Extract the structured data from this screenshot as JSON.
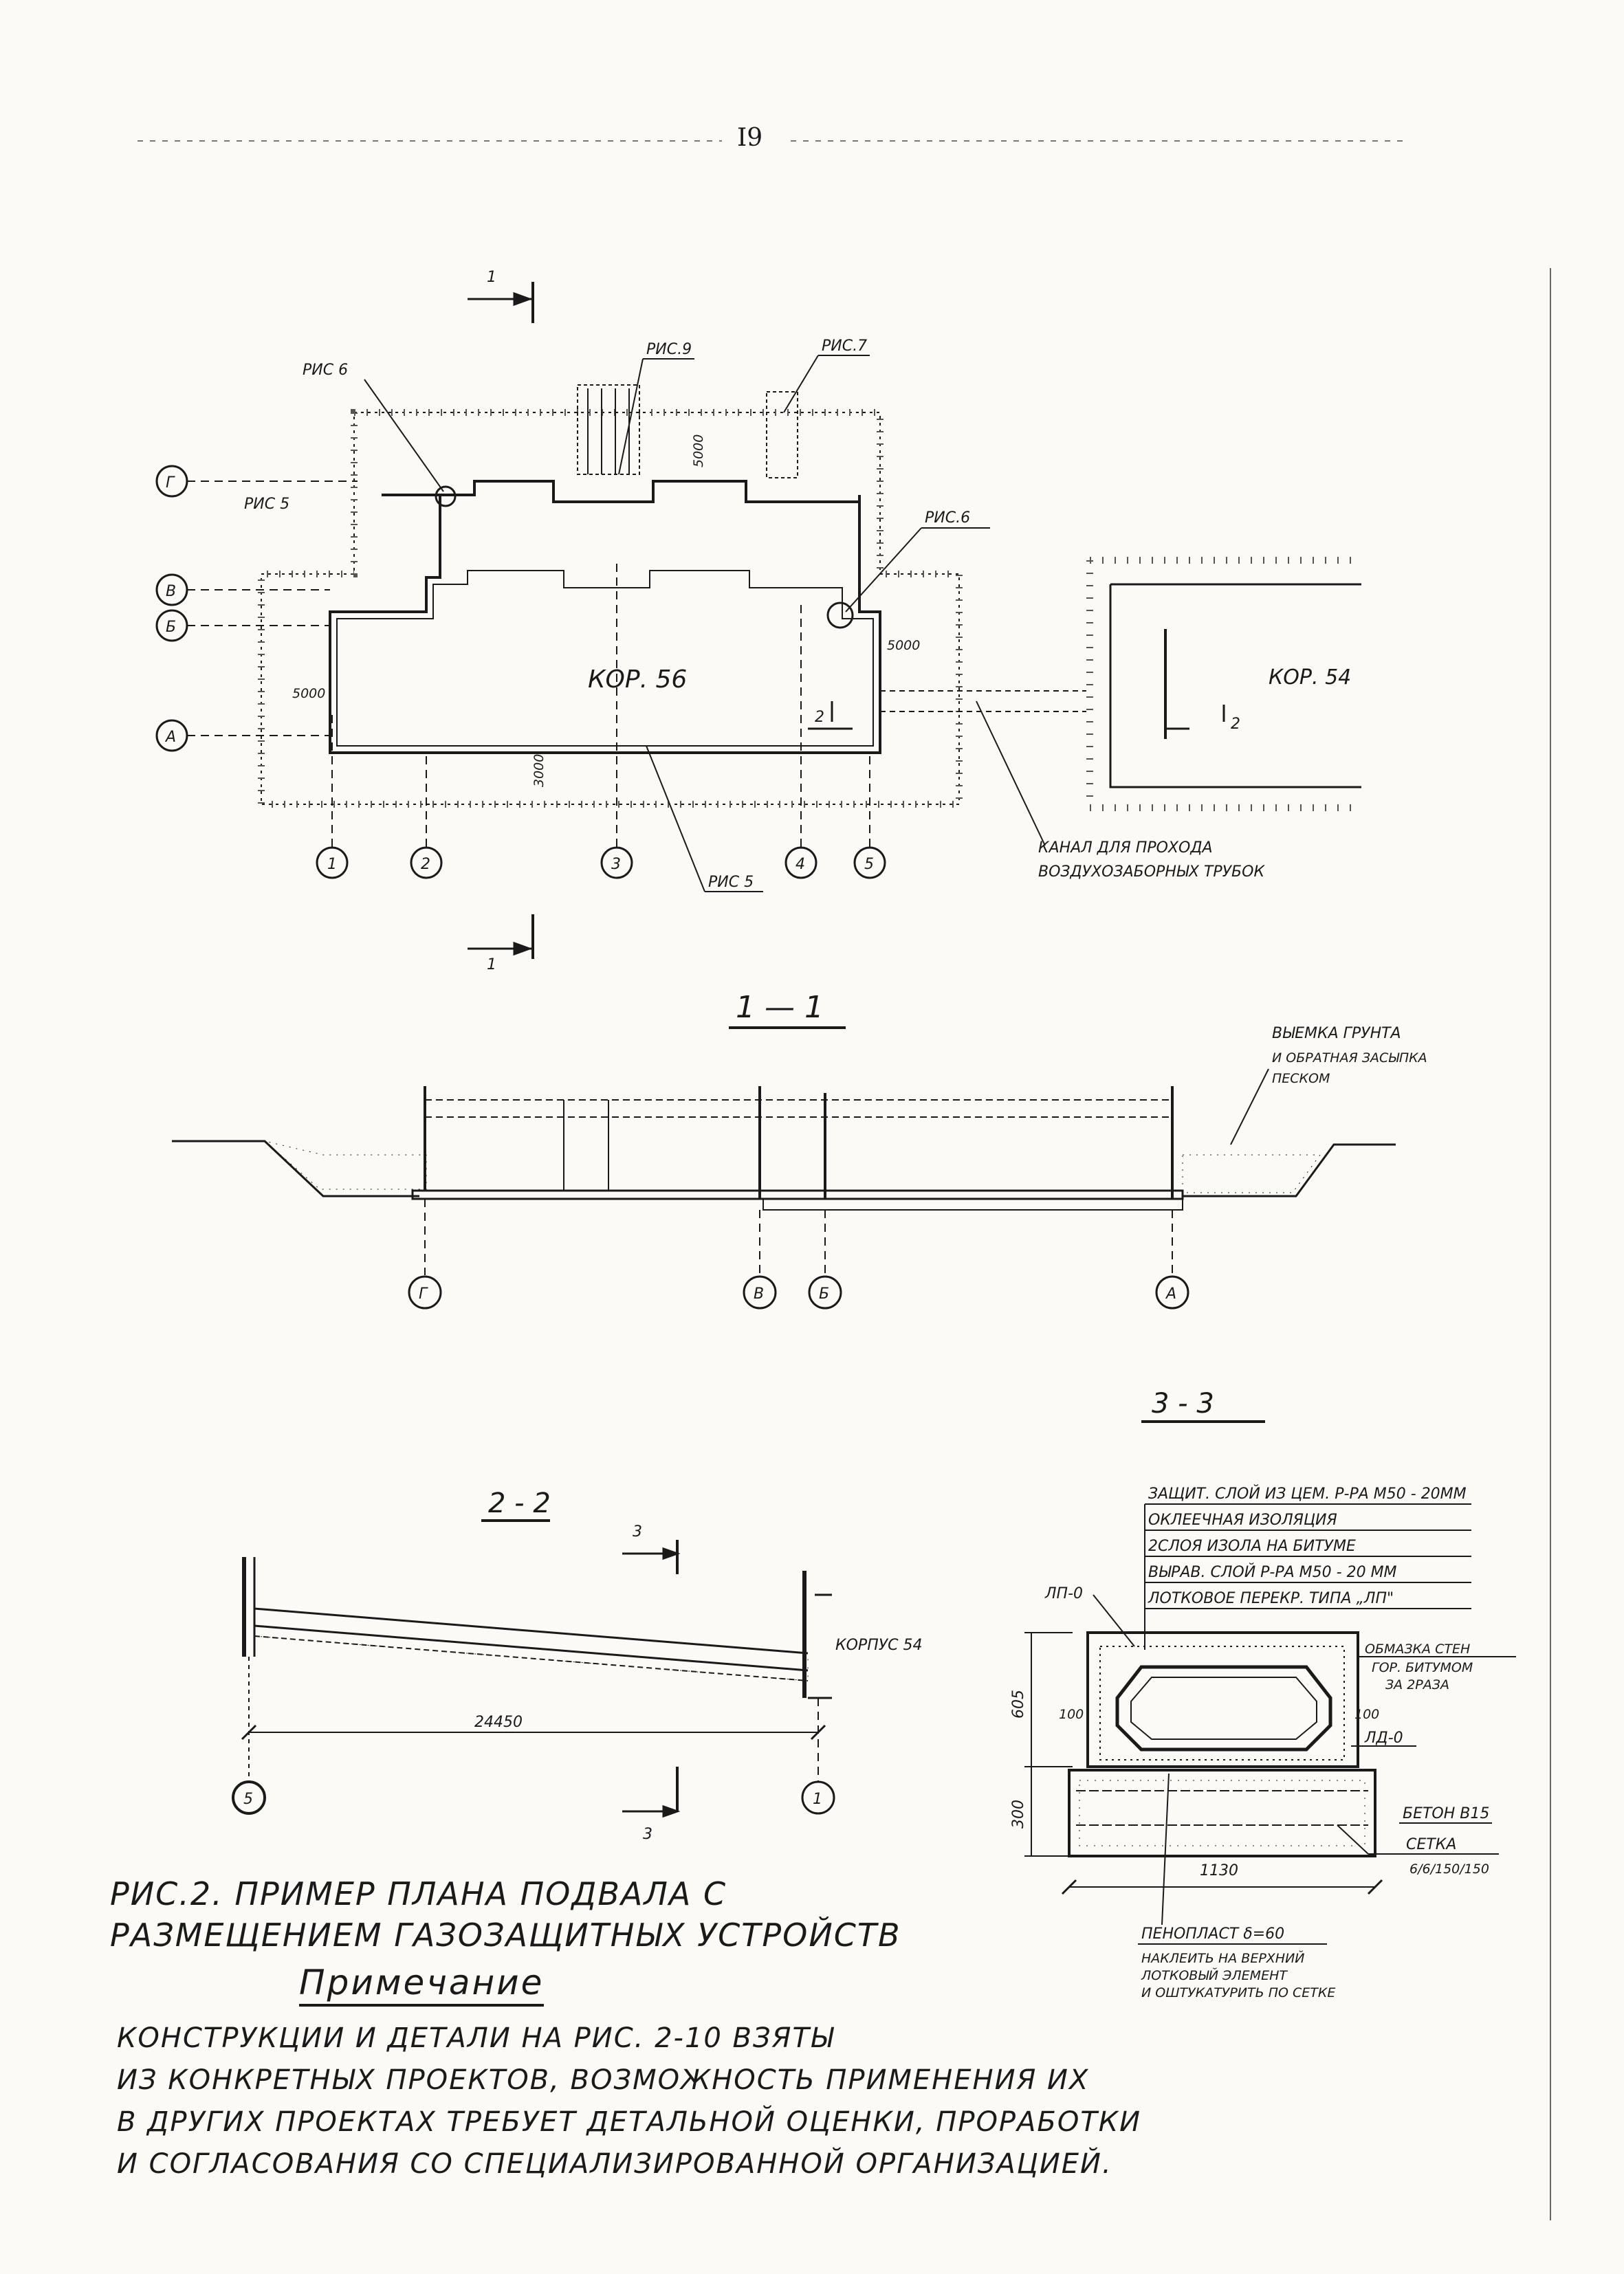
{
  "page": {
    "number": "I9"
  },
  "plan": {
    "section_mark": "1",
    "refs": {
      "ris9": "РИС.9",
      "ris7": "РИС.7",
      "ris6a": "РИС 6",
      "ris5a": "РИС 5",
      "ris6b": "РИС.6",
      "ris5b": "РИС 5"
    },
    "axes_rows": [
      "Г",
      "В",
      "Б",
      "А"
    ],
    "axes_cols": [
      "1",
      "2",
      "3",
      "4",
      "5"
    ],
    "dims": {
      "d5000_top": "5000",
      "d5000_left": "5000",
      "d5000_right": "5000",
      "d3000": "3000"
    },
    "building_main": "КОР. 56",
    "building_adj": "КОР. 54",
    "section2_mark": "2",
    "channel_label_1": "КАНАЛ ДЛЯ ПРОХОДА",
    "channel_label_2": "ВОЗДУХОЗАБОРНЫХ ТРУБОК"
  },
  "section_1_1": {
    "title": "1 — 1",
    "soil_note_1": "ВЫЕМКА ГРУНТА",
    "soil_note_2": "И ОБРАТНАЯ ЗАСЫПКА",
    "soil_note_3": "ПЕСКОМ",
    "axes": [
      "Г",
      "В",
      "Б",
      "А"
    ]
  },
  "section_2_2": {
    "title": "2 - 2",
    "section3_mark": "3",
    "korpus": "КОРПУС 54",
    "dimension": "24450",
    "axis_left": "5",
    "axis_right": "1"
  },
  "section_3_3": {
    "title": "3 - 3",
    "layers": [
      "ЗАЩИТ. СЛОЙ ИЗ ЦЕМ. Р-РА М50 - 20ММ",
      "ОКЛЕЕЧНАЯ ИЗОЛЯЦИЯ",
      "2СЛОЯ ИЗОЛА НА БИТУМЕ",
      "ВЫРАВ. СЛОЙ Р-РА М50 - 20 ММ",
      "ЛОТКОВОЕ ПЕРЕКР. ТИПА „ЛП\""
    ],
    "lp0": "ЛП-0",
    "ld0": "ЛД-0",
    "coating_1": "ОБМАЗКА СТЕН",
    "coating_2": "ГОР. БИТУМОМ",
    "coating_3": "ЗА 2РАЗА",
    "concrete": "БЕТОН В15",
    "mesh": "СЕТКА",
    "mesh_spec": "6/6/150/150",
    "dim_605": "605",
    "dim_300": "300",
    "dim_100a": "100",
    "dim_100b": "100",
    "dim_1130": "1130",
    "foam": "ПЕНОПЛАСТ δ=60",
    "foam_note_1": "НАКЛЕИТЬ НА ВЕРХНИЙ",
    "foam_note_2": "ЛОТКОВЫЙ ЭЛЕМЕНТ",
    "foam_note_3": "И ОШТУКАТУРИТЬ ПО СЕТКЕ"
  },
  "caption": {
    "line1": "Рис.2. Пример плана подвала с",
    "line2": "размещением газозащитных устройств"
  },
  "note": {
    "title": "Примечание",
    "lines": [
      "Конструкции и детали на рис. 2-10 взяты",
      "из конкретных проектов, возможность применения их",
      "в других проектах требует детальной оценки, проработки",
      "и согласования со специализированной организацией."
    ]
  }
}
